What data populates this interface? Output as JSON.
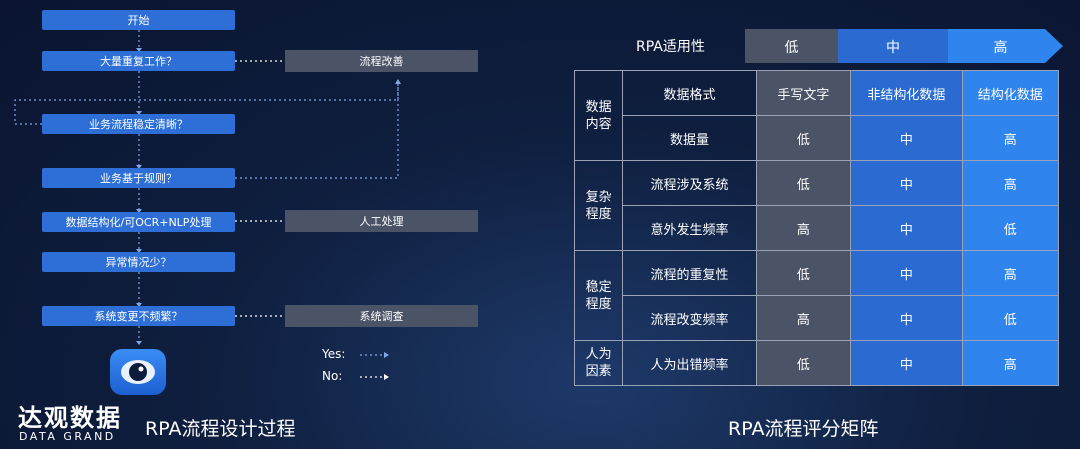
{
  "flow": {
    "steps": [
      "开始",
      "大量重复工作？",
      "业务流程稳定清晰？",
      "业务基于规则？",
      "数据结构化/可OCR+NLP处理",
      "异常情况少？",
      "系统变更不频繁？"
    ],
    "side_boxes": [
      "流程改善",
      "人工处理",
      "系统调查"
    ],
    "legend": {
      "yes": "Yes:",
      "no": "No:"
    },
    "caption": "RPA流程设计过程"
  },
  "brand": {
    "name": "达观数据",
    "sub": "DATA GRAND"
  },
  "matrix": {
    "suitability_label": "RPA适用性",
    "levels": [
      "低",
      "中",
      "高"
    ],
    "header": {
      "criteria": "数据格式",
      "low": "手写文字",
      "mid": "非结构化数据",
      "high": "结构化数据"
    },
    "categories": [
      "数据内容",
      "复杂程度",
      "稳定程度",
      "人为因素"
    ],
    "rows": [
      {
        "criterion": "数据量",
        "low": "低",
        "mid": "中",
        "high": "高"
      },
      {
        "criterion": "流程涉及系统",
        "low": "低",
        "mid": "中",
        "high": "高"
      },
      {
        "criterion": "意外发生频率",
        "low": "高",
        "mid": "中",
        "high": "低"
      },
      {
        "criterion": "流程的重复性",
        "low": "低",
        "mid": "中",
        "high": "高"
      },
      {
        "criterion": "流程改变频率",
        "low": "高",
        "mid": "中",
        "high": "低"
      },
      {
        "criterion": "人为出错频率",
        "low": "低",
        "mid": "中",
        "high": "高"
      }
    ],
    "caption": "RPA流程评分矩阵"
  },
  "colors": {
    "low": "#4b5366",
    "mid": "#2b6bd1",
    "high": "#2f84ee",
    "step": "#2d6fd6"
  }
}
